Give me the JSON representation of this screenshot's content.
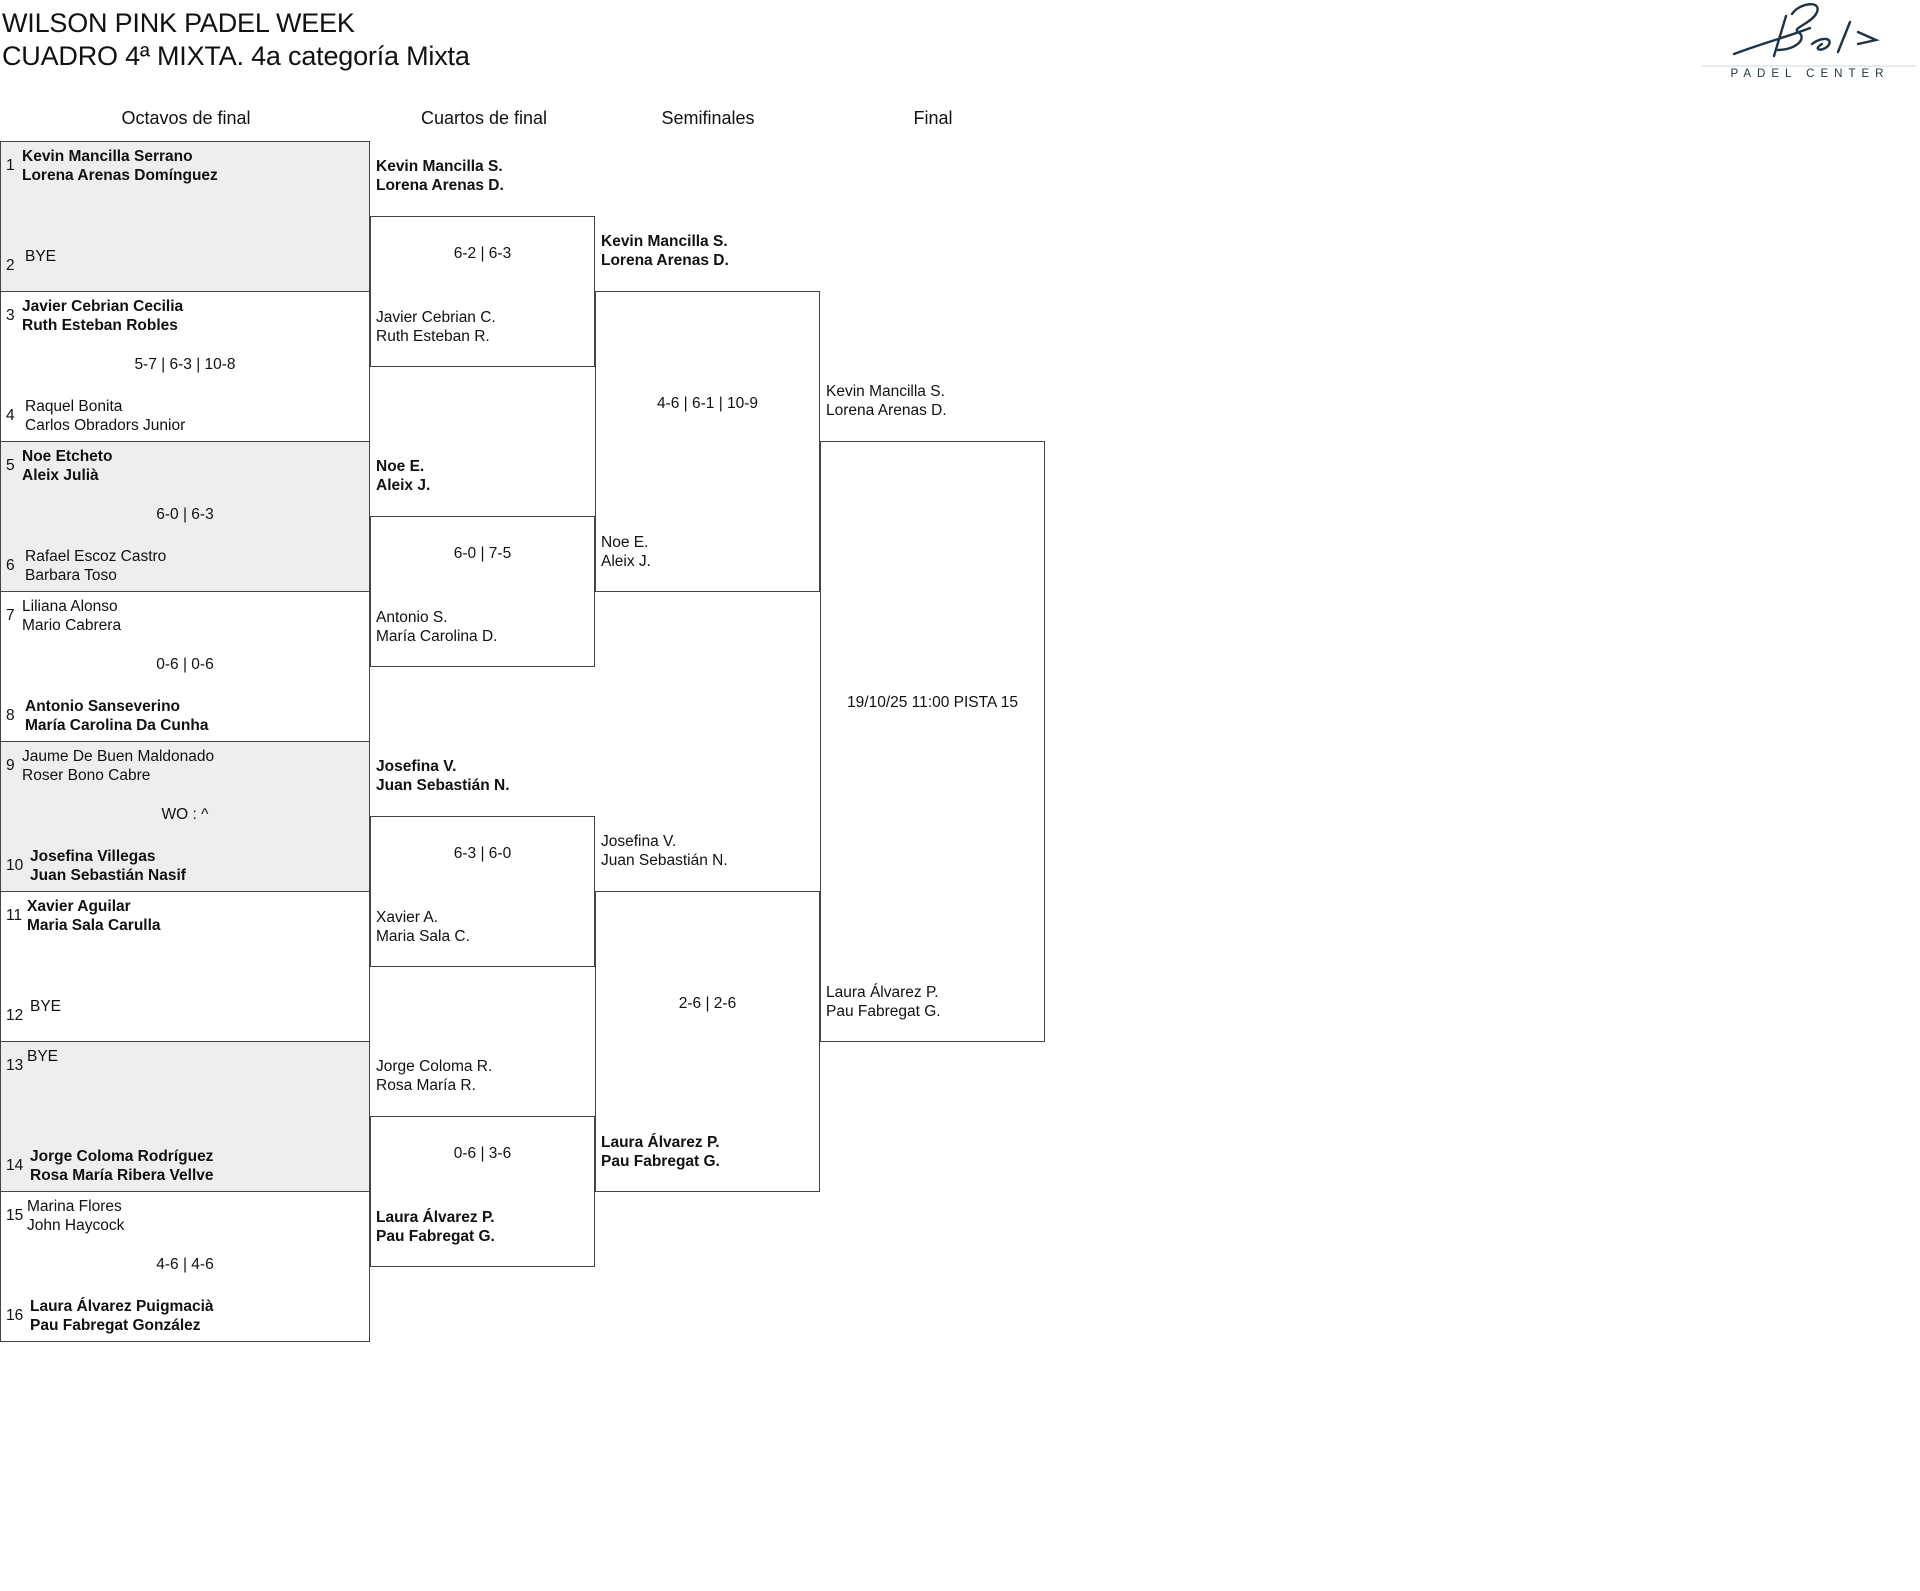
{
  "header": {
    "title": "WILSON PINK PADEL WEEK",
    "subtitle": "CUADRO 4ª MIXTA. 4a categoría Mixta"
  },
  "logo": {
    "signature": "Bela",
    "text": "PADEL CENTER",
    "color": "#1f3345"
  },
  "rounds": [
    "Octavos de final",
    "Cuartos de final",
    "Semifinales",
    "Final"
  ],
  "round_of_16": [
    {
      "seed_top": "1",
      "top_l1": "Kevin Mancilla Serrano",
      "top_l2": "Lorena Arenas Domínguez",
      "seed_bottom": "2",
      "bottom_l1": "BYE",
      "bottom_l2": "",
      "score": "",
      "winner": "top"
    },
    {
      "seed_top": "3",
      "top_l1": "Javier Cebrian Cecilia",
      "top_l2": "Ruth Esteban Robles",
      "seed_bottom": "4",
      "bottom_l1": "Raquel Bonita",
      "bottom_l2": "Carlos Obradors Junior",
      "score": "5-7 | 6-3 | 10-8",
      "winner": "top"
    },
    {
      "seed_top": "5",
      "top_l1": "Noe Etcheto",
      "top_l2": "Aleix Julià",
      "seed_bottom": "6",
      "bottom_l1": "Rafael Escoz Castro",
      "bottom_l2": "Barbara Toso",
      "score": "6-0 | 6-3",
      "winner": "top"
    },
    {
      "seed_top": "7",
      "top_l1": "Liliana Alonso",
      "top_l2": "Mario Cabrera",
      "seed_bottom": "8",
      "bottom_l1": "Antonio Sanseverino",
      "bottom_l2": "María Carolina Da Cunha",
      "score": "0-6 | 0-6",
      "winner": "bottom"
    },
    {
      "seed_top": "9",
      "top_l1": "Jaume De Buen Maldonado",
      "top_l2": "Roser Bono Cabre",
      "seed_bottom": "10",
      "bottom_l1": "Josefina Villegas",
      "bottom_l2": "Juan Sebastián Nasif",
      "score": "WO : ^",
      "winner": "bottom"
    },
    {
      "seed_top": "11",
      "top_l1": "Xavier Aguilar",
      "top_l2": "Maria Sala Carulla",
      "seed_bottom": "12",
      "bottom_l1": "BYE",
      "bottom_l2": "",
      "score": "",
      "winner": "top"
    },
    {
      "seed_top": "13",
      "top_l1": "BYE",
      "top_l2": "",
      "seed_bottom": "14",
      "bottom_l1": "Jorge Coloma Rodríguez",
      "bottom_l2": "Rosa María Ribera Vellve",
      "score": "",
      "winner": "bottom"
    },
    {
      "seed_top": "15",
      "top_l1": "Marina Flores",
      "top_l2": "John Haycock",
      "seed_bottom": "16",
      "bottom_l1": "Laura Álvarez Puigmacià",
      "bottom_l2": "Pau Fabregat González",
      "score": "4-6 | 4-6",
      "winner": "bottom"
    }
  ],
  "quarterfinals": [
    {
      "top_l1": "Kevin Mancilla S.",
      "top_l2": "Lorena Arenas D.",
      "bottom_l1": "Javier Cebrian C.",
      "bottom_l2": "Ruth Esteban R.",
      "score": "6-2 | 6-3",
      "winner": "top"
    },
    {
      "top_l1": "Noe E.",
      "top_l2": "Aleix J.",
      "bottom_l1": "Antonio S.",
      "bottom_l2": "María Carolina D.",
      "score": "6-0 | 7-5",
      "winner": "top"
    },
    {
      "top_l1": "Josefina V.",
      "top_l2": "Juan Sebastián N.",
      "bottom_l1": "Xavier A.",
      "bottom_l2": "Maria Sala C.",
      "score": "6-3 | 6-0",
      "winner": "top"
    },
    {
      "top_l1": "Jorge Coloma R.",
      "top_l2": "Rosa María R.",
      "bottom_l1": "Laura Álvarez P.",
      "bottom_l2": "Pau Fabregat G.",
      "score": "0-6 | 3-6",
      "winner": "bottom"
    }
  ],
  "semifinals": [
    {
      "top_l1": "Kevin Mancilla S.",
      "top_l2": "Lorena Arenas D.",
      "bottom_l1": "Noe E.",
      "bottom_l2": "Aleix J.",
      "score": "4-6 | 6-1 | 10-9",
      "winner": "top"
    },
    {
      "top_l1": "Josefina V.",
      "top_l2": "Juan Sebastián N.",
      "bottom_l1": "Laura Álvarez P.",
      "bottom_l2": "Pau Fabregat G.",
      "score": "2-6 | 2-6",
      "winner": "bottom"
    }
  ],
  "final": {
    "top_l1": "Kevin Mancilla S.",
    "top_l2": "Lorena Arenas D.",
    "bottom_l1": "Laura Álvarez P.",
    "bottom_l2": "Pau Fabregat G.",
    "schedule": "19/10/25 11:00 PISTA 15"
  }
}
